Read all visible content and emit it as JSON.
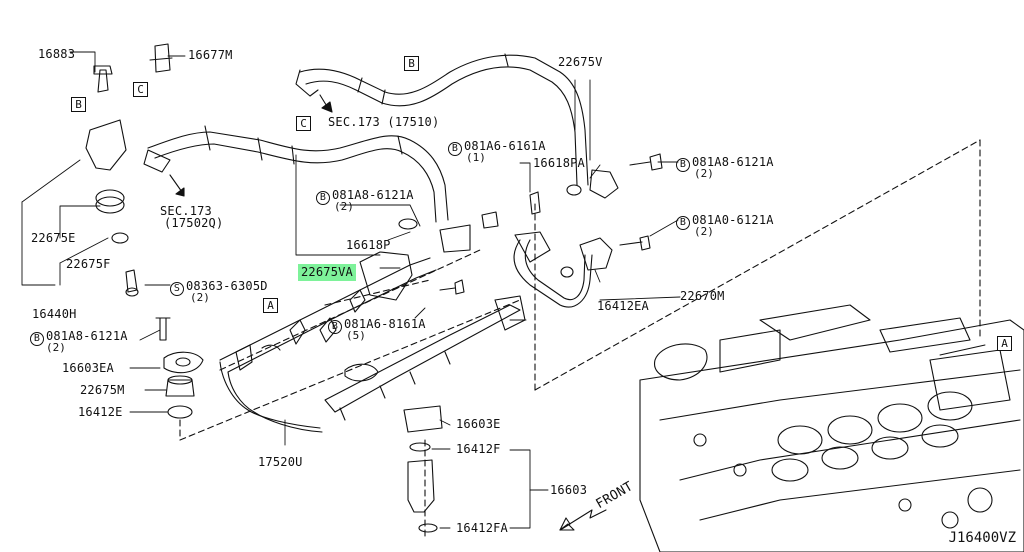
{
  "labels": {
    "p16883": "16883",
    "p16677M": "16677M",
    "p22675E": "22675E",
    "p22675F": "22675F",
    "p16440H": "16440H",
    "p08363": "08363-6305D",
    "p08363_qty": "(2)",
    "p081A8_left": "081A8-6121A",
    "p081A8_left_qty": "(2)",
    "p16603EA": "16603EA",
    "p22675M": "22675M",
    "p16412E": "16412E",
    "p17520U": "17520U",
    "p22675VA": "22675VA",
    "p16618P": "16618P",
    "p081A8_mid": "081A8-6121A",
    "p081A8_mid_qty": "(2)",
    "p081A6_8161A": "081A6-8161A",
    "p081A6_8161A_qty": "(5)",
    "p081A6_6161A": "081A6-6161A",
    "p081A6_6161A_qty": "(1)",
    "p22675V": "22675V",
    "p16618PA": "16618PA",
    "p081A8_right": "081A8-6121A",
    "p081A8_right_qty": "(2)",
    "p081A0": "081A0-6121A",
    "p081A0_qty": "(2)",
    "p16412EA": "16412EA",
    "p22670M": "22670M",
    "p16603E": "16603E",
    "p16412F": "16412F",
    "p16603": "16603",
    "p16412FA": "16412FA",
    "sec173_a": "SEC.173",
    "sec173_a_ref": "(17502Q)",
    "sec173_b": "SEC.173 (17510)",
    "front": "FRONT",
    "diagram_code": "J16400VZ"
  },
  "symbols": {
    "bolt_prefix": "B",
    "screw_prefix": "S"
  },
  "ref_boxes": {
    "A1": "A",
    "A2": "A",
    "B1": "B",
    "B2": "B",
    "C1": "C",
    "C2": "C"
  },
  "highlight_color": "#7ef29a"
}
